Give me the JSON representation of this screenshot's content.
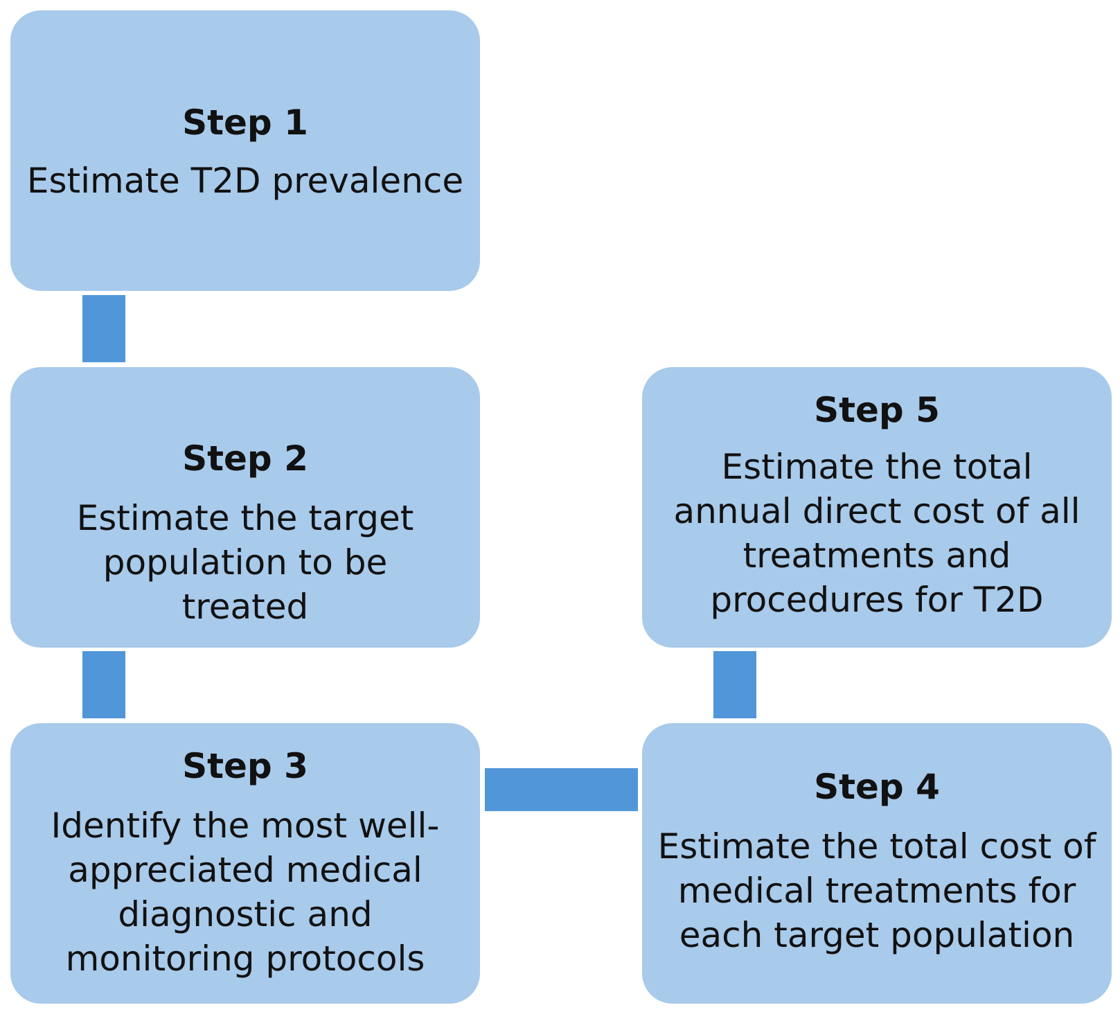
{
  "colors": {
    "box_fill": "#a8caeb",
    "connector": "#5196d8",
    "text": "#111111",
    "background": "#ffffff"
  },
  "steps": [
    {
      "title": "Step 1",
      "description": "Estimate T2D prevalence"
    },
    {
      "title": "Step 2",
      "description": "Estimate the target population to be treated"
    },
    {
      "title": "Step 3",
      "description": "Identify the most well-appreciated medical diagnostic and monitoring protocols"
    },
    {
      "title": "Step 4",
      "description": "Estimate the total cost of medical treatments for each target population"
    },
    {
      "title": "Step 5",
      "description": "Estimate the total annual direct cost of all treatments and procedures for T2D"
    }
  ]
}
